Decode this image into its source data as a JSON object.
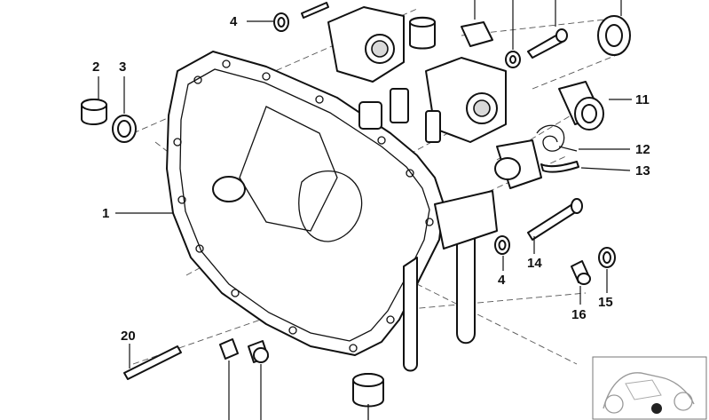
{
  "callouts": {
    "c1": "1",
    "c2": "2",
    "c3": "3",
    "c4a": "4",
    "c4b": "4",
    "c11": "11",
    "c12": "12",
    "c13": "13",
    "c14": "14",
    "c15": "15",
    "c16": "16",
    "c20": "20"
  },
  "thumbnail": {
    "icon": "motorcycle-locator-icon"
  }
}
